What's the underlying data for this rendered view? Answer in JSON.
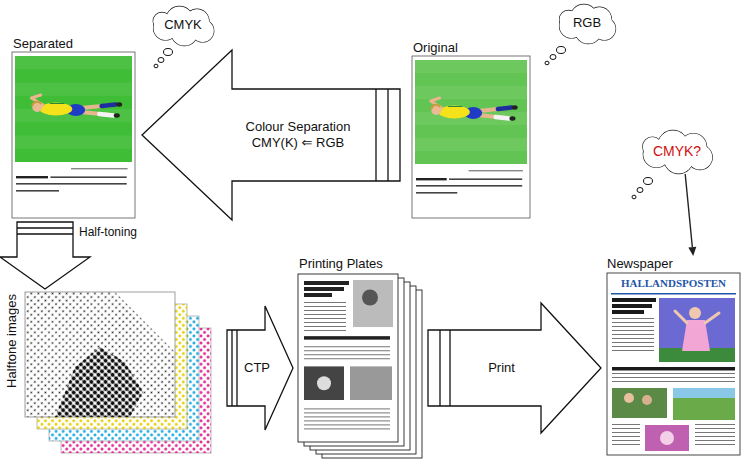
{
  "diagram": {
    "nodes": [
      {
        "text": [
          "CMYK"
        ]
      },
      {
        "text": [
          "Separated"
        ]
      },
      {
        "text": [
          "RGB"
        ]
      },
      {
        "text": [
          "Original"
        ]
      },
      {
        "text": [
          "CMYK?"
        ]
      },
      {
        "text": [
          "Halftone images"
        ]
      },
      {
        "text": [
          "Printing Plates"
        ]
      },
      {
        "text": [
          "Newspaper",
          "HALLANDSPOSTEN"
        ]
      }
    ],
    "edges": [
      {
        "from": 3,
        "to": 1,
        "label": "Colour Separation CMY(K) ⇐ RGB",
        "arrow": "to"
      },
      {
        "from": 1,
        "to": 5,
        "label": "Half-toning",
        "arrow": "to"
      },
      {
        "from": 5,
        "to": 6,
        "label": "CTP",
        "arrow": "to"
      },
      {
        "from": 6,
        "to": 7,
        "label": "Print",
        "arrow": "to"
      },
      {
        "from": 4,
        "to": 7,
        "arrow": "to"
      }
    ]
  }
}
